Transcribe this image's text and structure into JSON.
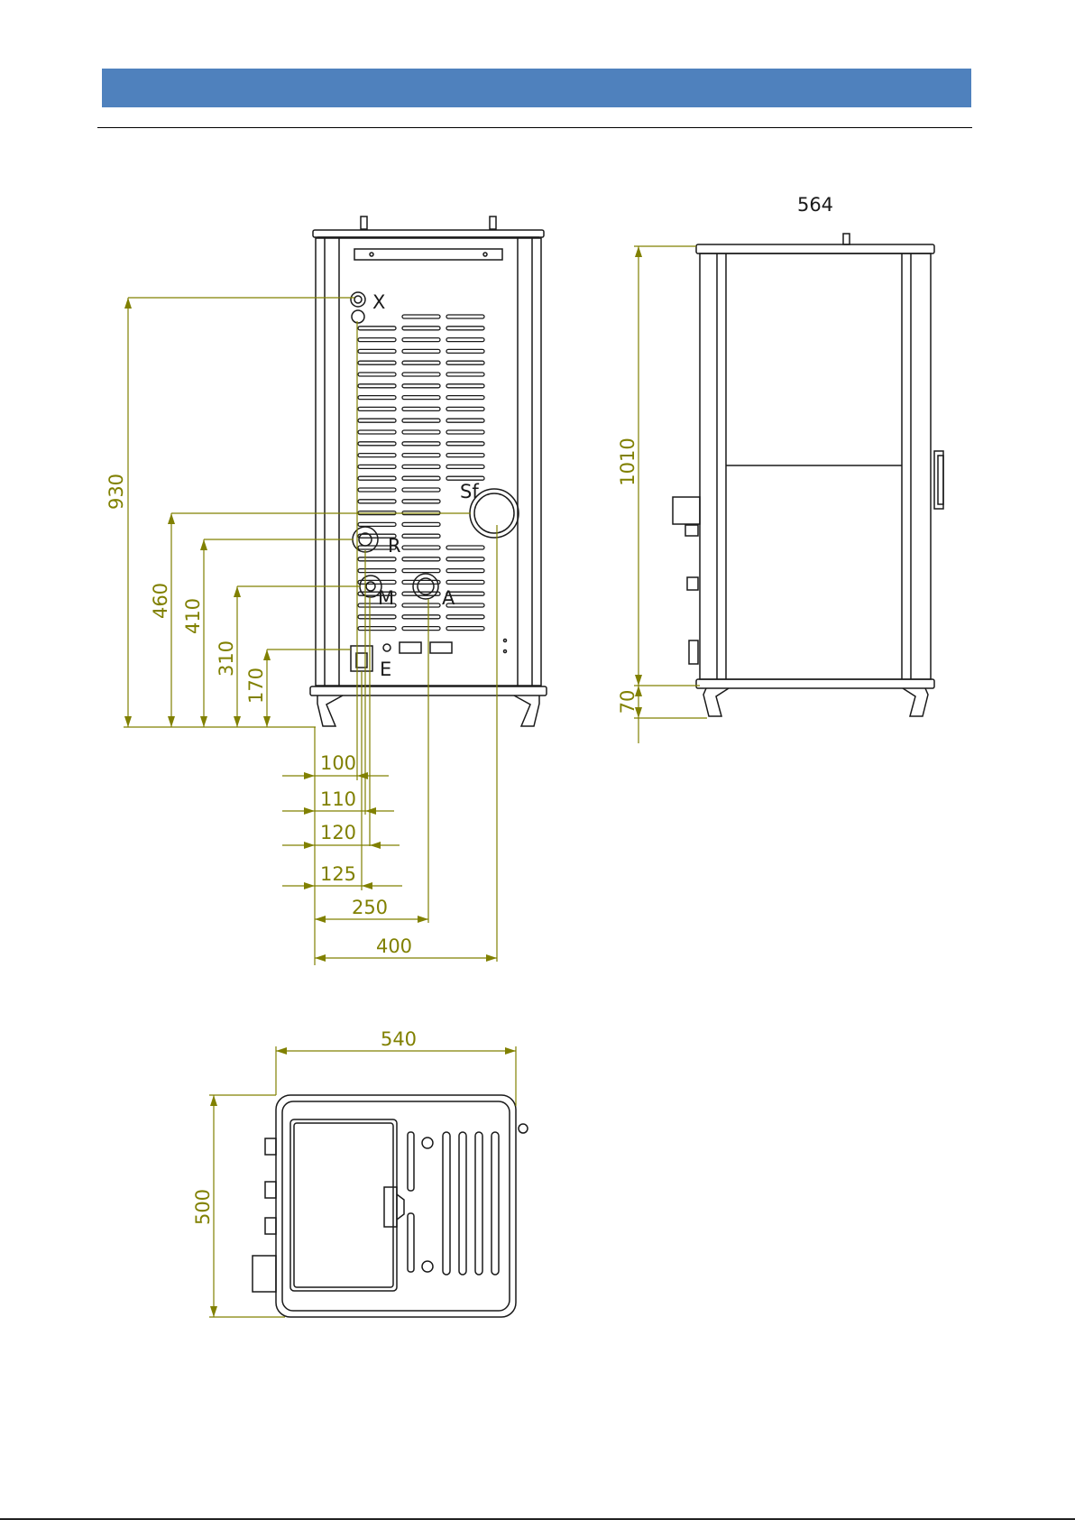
{
  "colors": {
    "header": "#4f81bd",
    "dimension": "#808000",
    "outline": "#1a1a1a"
  },
  "rear_view": {
    "connections": {
      "x": "X",
      "sf": "Sf",
      "r": "R",
      "m": "M",
      "a": "A",
      "e": "E"
    },
    "heights": [
      "930",
      "460",
      "410",
      "310",
      "170"
    ],
    "widths": [
      "100",
      "110",
      "120",
      "125",
      "250",
      "400"
    ]
  },
  "side_view": {
    "depth": "564",
    "height": "1010",
    "foot": "70"
  },
  "top_view": {
    "width": "540",
    "depth": "500"
  }
}
